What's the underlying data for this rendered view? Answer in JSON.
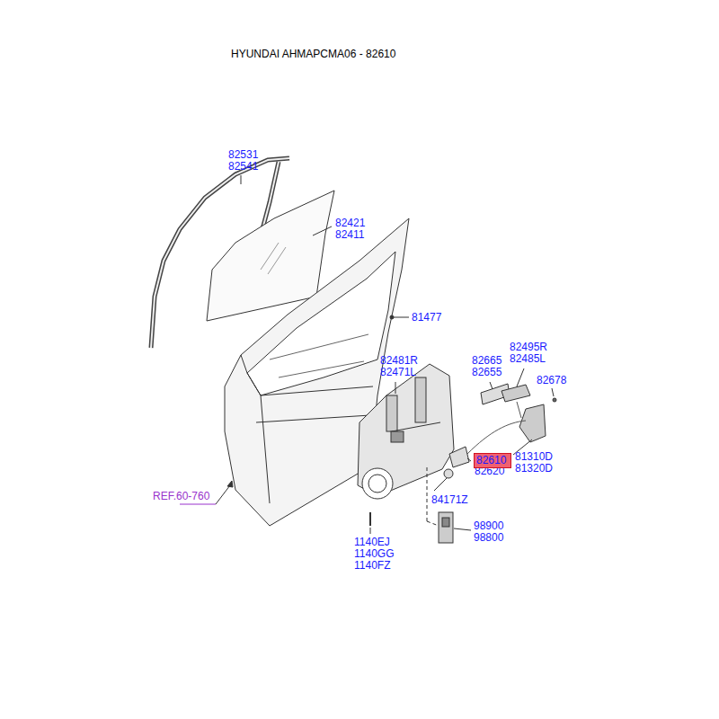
{
  "diagram": {
    "title": "HYUNDAI AHMAPCMA06 - 82610",
    "nodes": [
      {
        "text": [
          "82610"
        ]
      }
    ],
    "labels": [
      "82531",
      "82541",
      "82421",
      "82411",
      "81477",
      "82481R",
      "82471L",
      "82665",
      "82655",
      "82495R",
      "82485L",
      "82678",
      "81310D",
      "81320D",
      "82620",
      "84171Z",
      "REF.60-760",
      "98900",
      "98800",
      "1140EJ",
      "1140GG",
      "1140FZ"
    ]
  }
}
